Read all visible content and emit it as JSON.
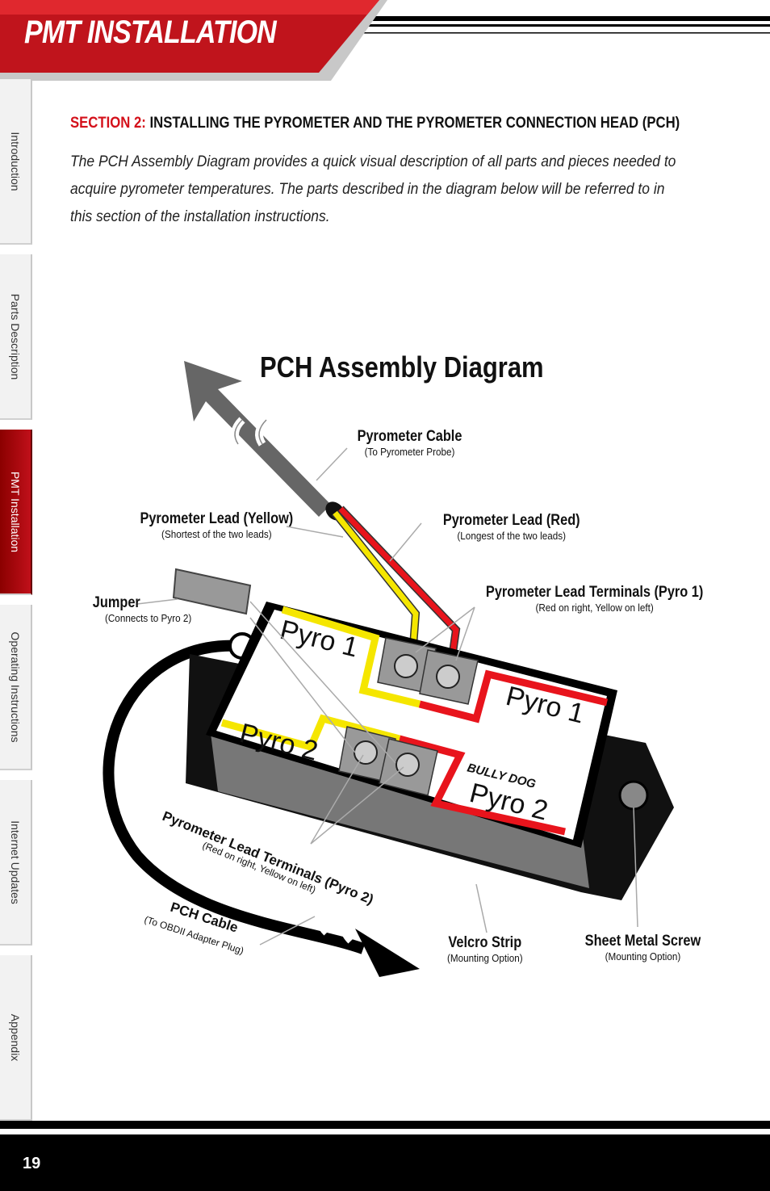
{
  "header": {
    "title": "PMT INSTALLATION"
  },
  "tabs": [
    {
      "label": "Introduction",
      "active": false
    },
    {
      "label": "Parts Description",
      "active": false
    },
    {
      "label": "PMT Installation",
      "active": true
    },
    {
      "label": "Operating Instructions",
      "active": false
    },
    {
      "label": "Internet Updates",
      "active": false
    },
    {
      "label": "Appendix",
      "active": false
    }
  ],
  "section": {
    "label": "SECTION 2:",
    "title": "INSTALLING THE PYROMETER AND THE PYROMETER CONNECTION HEAD (PCH)",
    "intro": "The PCH Assembly Diagram provides a quick visual description of all parts and pieces needed to acquire pyrometer temperatures. The parts described in the diagram below will be referred to in this section of the installation instructions."
  },
  "diagram": {
    "title": "PCH Assembly Diagram",
    "callouts": {
      "pyrometer_cable": {
        "main": "Pyrometer Cable",
        "sub": "(To Pyrometer Probe)"
      },
      "lead_yellow": {
        "main": "Pyrometer Lead (Yellow)",
        "sub": "(Shortest of the two leads)"
      },
      "lead_red": {
        "main": "Pyrometer Lead (Red)",
        "sub": "(Longest of the two leads)"
      },
      "jumper": {
        "main": "Jumper",
        "sub": "(Connects to Pyro 2)"
      },
      "terminals_pyro1": {
        "main": "Pyrometer Lead Terminals (Pyro 1)",
        "sub": "(Red on right, Yellow on left)"
      },
      "terminals_pyro2": {
        "main": "Pyrometer Lead Terminals (Pyro 2)",
        "sub": "(Red on right, Yellow on left)"
      },
      "pch_cable": {
        "main": "PCH Cable",
        "sub": "(To OBDII Adapter Plug)"
      },
      "velcro": {
        "main": "Velcro Strip",
        "sub": "(Mounting Option)"
      },
      "screw": {
        "main": "Sheet Metal Screw",
        "sub": "(Mounting Option)"
      }
    },
    "device_labels": {
      "pyro1_left": "Pyro 1",
      "pyro2_left": "Pyro 2",
      "pyro1_right": "Pyro 1",
      "pyro2_right": "Pyro 2",
      "brand": "BULLY DOG"
    }
  },
  "footer": {
    "page_number": "19"
  }
}
